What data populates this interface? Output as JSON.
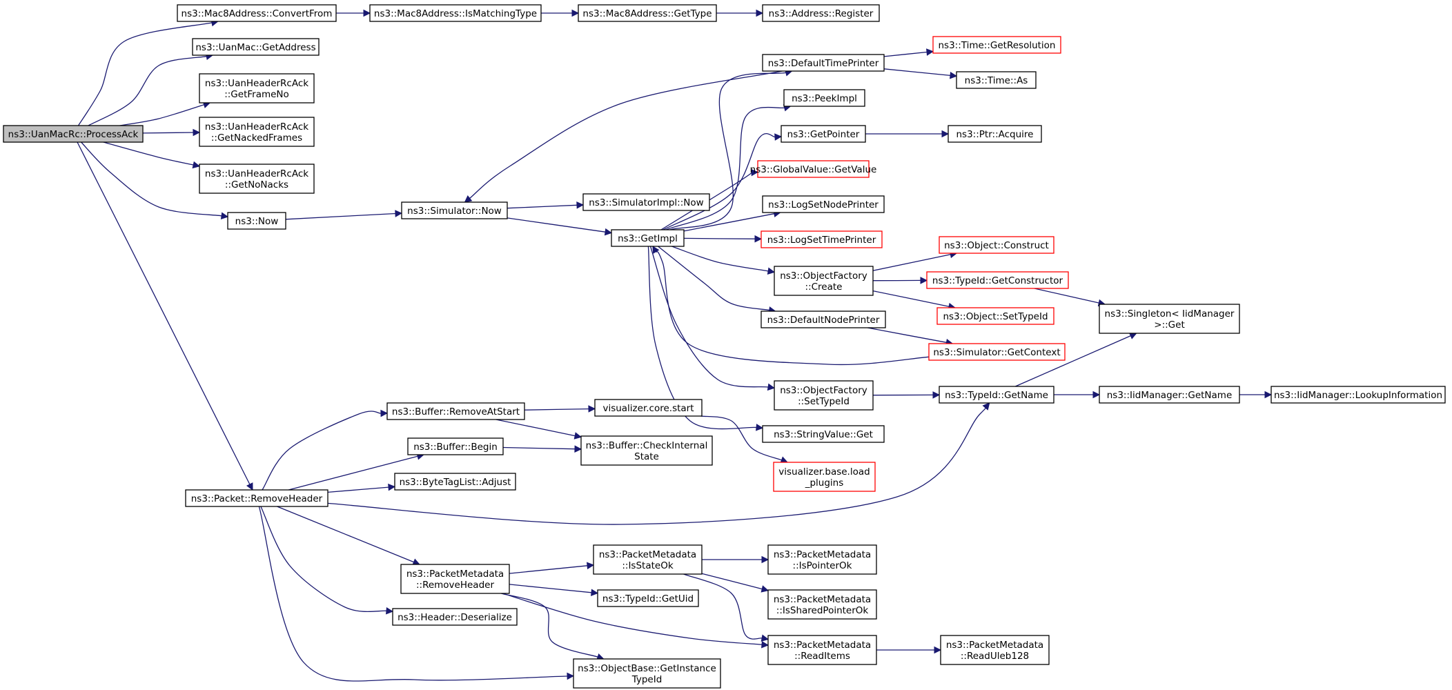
{
  "diagram": {
    "type": "call-graph",
    "colors": {
      "edge": "#191970",
      "node_border": "#000000",
      "truncated_border": "#ff0000",
      "root_fill": "#bfbfbf"
    },
    "nodes": [
      {
        "id": "n0",
        "label": "ns3::UanMacRc::ProcessAck",
        "kind": "root"
      },
      {
        "id": "n1",
        "label": "ns3::Mac8Address::ConvertFrom",
        "kind": "normal"
      },
      {
        "id": "n2",
        "label": "ns3::Mac8Address::IsMatchingType",
        "kind": "normal"
      },
      {
        "id": "n3",
        "label": "ns3::Mac8Address::GetType",
        "kind": "normal"
      },
      {
        "id": "n4",
        "label": "ns3::Address::Register",
        "kind": "normal"
      },
      {
        "id": "n5",
        "label": "ns3::UanMac::GetAddress",
        "kind": "normal"
      },
      {
        "id": "n6",
        "label": "ns3::UanHeaderRcAck\n::GetFrameNo",
        "kind": "normal"
      },
      {
        "id": "n7",
        "label": "ns3::UanHeaderRcAck\n::GetNackedFrames",
        "kind": "normal"
      },
      {
        "id": "n8",
        "label": "ns3::UanHeaderRcAck\n::GetNoNacks",
        "kind": "normal"
      },
      {
        "id": "n9",
        "label": "ns3::Now",
        "kind": "normal"
      },
      {
        "id": "n10",
        "label": "ns3::Simulator::Now",
        "kind": "normal"
      },
      {
        "id": "n11",
        "label": "ns3::SimulatorImpl::Now",
        "kind": "normal"
      },
      {
        "id": "n12",
        "label": "ns3::GetImpl",
        "kind": "normal"
      },
      {
        "id": "n13",
        "label": "ns3::DefaultTimePrinter",
        "kind": "normal"
      },
      {
        "id": "n14",
        "label": "ns3::Time::GetResolution",
        "kind": "truncated"
      },
      {
        "id": "n15",
        "label": "ns3::Time::As",
        "kind": "normal"
      },
      {
        "id": "n16",
        "label": "ns3::PeekImpl",
        "kind": "normal"
      },
      {
        "id": "n17",
        "label": "ns3::GetPointer",
        "kind": "normal"
      },
      {
        "id": "n18",
        "label": "ns3::Ptr::Acquire",
        "kind": "normal"
      },
      {
        "id": "n19",
        "label": "ns3::GlobalValue::GetValue",
        "kind": "truncated"
      },
      {
        "id": "n20",
        "label": "ns3::LogSetNodePrinter",
        "kind": "normal"
      },
      {
        "id": "n21",
        "label": "ns3::LogSetTimePrinter",
        "kind": "truncated"
      },
      {
        "id": "n22",
        "label": "ns3::ObjectFactory\n::Create",
        "kind": "normal"
      },
      {
        "id": "n23",
        "label": "ns3::Object::Construct",
        "kind": "truncated"
      },
      {
        "id": "n24",
        "label": "ns3::TypeId::GetConstructor",
        "kind": "truncated"
      },
      {
        "id": "n25",
        "label": "ns3::Object::SetTypeId",
        "kind": "truncated"
      },
      {
        "id": "n26",
        "label": "ns3::Singleton< IidManager\n >::Get",
        "kind": "normal"
      },
      {
        "id": "n27",
        "label": "ns3::DefaultNodePrinter",
        "kind": "normal"
      },
      {
        "id": "n28",
        "label": "ns3::Simulator::GetContext",
        "kind": "truncated"
      },
      {
        "id": "n29",
        "label": "ns3::ObjectFactory\n::SetTypeId",
        "kind": "normal"
      },
      {
        "id": "n30",
        "label": "ns3::TypeId::GetName",
        "kind": "normal"
      },
      {
        "id": "n31",
        "label": "ns3::IidManager::GetName",
        "kind": "normal"
      },
      {
        "id": "n32",
        "label": "ns3::IidManager::LookupInformation",
        "kind": "normal"
      },
      {
        "id": "n33",
        "label": "ns3::StringValue::Get",
        "kind": "normal"
      },
      {
        "id": "n34",
        "label": "ns3::Buffer::RemoveAtStart",
        "kind": "normal"
      },
      {
        "id": "n35",
        "label": "visualizer.core.start",
        "kind": "normal"
      },
      {
        "id": "n36",
        "label": "ns3::Buffer::CheckInternal\nState",
        "kind": "normal"
      },
      {
        "id": "n37",
        "label": "ns3::Buffer::Begin",
        "kind": "normal"
      },
      {
        "id": "n38",
        "label": "visualizer.base.load\n_plugins",
        "kind": "truncated"
      },
      {
        "id": "n39",
        "label": "ns3::ByteTagList::Adjust",
        "kind": "normal"
      },
      {
        "id": "n40",
        "label": "ns3::Packet::RemoveHeader",
        "kind": "normal"
      },
      {
        "id": "n41",
        "label": "ns3::PacketMetadata\n::IsStateOk",
        "kind": "normal"
      },
      {
        "id": "n42",
        "label": "ns3::PacketMetadata\n::IsPointerOk",
        "kind": "normal"
      },
      {
        "id": "n43",
        "label": "ns3::PacketMetadata\n::RemoveHeader",
        "kind": "normal"
      },
      {
        "id": "n44",
        "label": "ns3::TypeId::GetUid",
        "kind": "normal"
      },
      {
        "id": "n45",
        "label": "ns3::PacketMetadata\n::IsSharedPointerOk",
        "kind": "normal"
      },
      {
        "id": "n46",
        "label": "ns3::Header::Deserialize",
        "kind": "normal"
      },
      {
        "id": "n47",
        "label": "ns3::PacketMetadata\n::ReadItems",
        "kind": "normal"
      },
      {
        "id": "n48",
        "label": "ns3::PacketMetadata\n::ReadUleb128",
        "kind": "normal"
      },
      {
        "id": "n49",
        "label": "ns3::ObjectBase::GetInstance\nTypeId",
        "kind": "normal"
      }
    ],
    "edges": [
      [
        "n0",
        "n1"
      ],
      [
        "n0",
        "n5"
      ],
      [
        "n0",
        "n6"
      ],
      [
        "n0",
        "n7"
      ],
      [
        "n0",
        "n8"
      ],
      [
        "n0",
        "n9"
      ],
      [
        "n0",
        "n40"
      ],
      [
        "n1",
        "n2"
      ],
      [
        "n2",
        "n3"
      ],
      [
        "n3",
        "n4"
      ],
      [
        "n9",
        "n10"
      ],
      [
        "n10",
        "n11"
      ],
      [
        "n10",
        "n12"
      ],
      [
        "n12",
        "n13"
      ],
      [
        "n12",
        "n16"
      ],
      [
        "n12",
        "n17"
      ],
      [
        "n12",
        "n19"
      ],
      [
        "n12",
        "n20"
      ],
      [
        "n12",
        "n21"
      ],
      [
        "n12",
        "n22"
      ],
      [
        "n12",
        "n27"
      ],
      [
        "n12",
        "n29"
      ],
      [
        "n12",
        "n33"
      ],
      [
        "n13",
        "n10"
      ],
      [
        "n13",
        "n14"
      ],
      [
        "n13",
        "n15"
      ],
      [
        "n17",
        "n18"
      ],
      [
        "n22",
        "n23"
      ],
      [
        "n22",
        "n24"
      ],
      [
        "n22",
        "n25"
      ],
      [
        "n24",
        "n26"
      ],
      [
        "n27",
        "n28"
      ],
      [
        "n28",
        "n12"
      ],
      [
        "n29",
        "n30"
      ],
      [
        "n30",
        "n26"
      ],
      [
        "n30",
        "n31"
      ],
      [
        "n31",
        "n32"
      ],
      [
        "n34",
        "n35"
      ],
      [
        "n34",
        "n36"
      ],
      [
        "n35",
        "n38"
      ],
      [
        "n37",
        "n36"
      ],
      [
        "n40",
        "n34"
      ],
      [
        "n40",
        "n37"
      ],
      [
        "n40",
        "n39"
      ],
      [
        "n40",
        "n30"
      ],
      [
        "n40",
        "n43"
      ],
      [
        "n40",
        "n46"
      ],
      [
        "n40",
        "n49"
      ],
      [
        "n43",
        "n41"
      ],
      [
        "n43",
        "n44"
      ],
      [
        "n43",
        "n47"
      ],
      [
        "n43",
        "n49"
      ],
      [
        "n41",
        "n42"
      ],
      [
        "n41",
        "n45"
      ],
      [
        "n41",
        "n47"
      ],
      [
        "n47",
        "n48"
      ]
    ]
  }
}
